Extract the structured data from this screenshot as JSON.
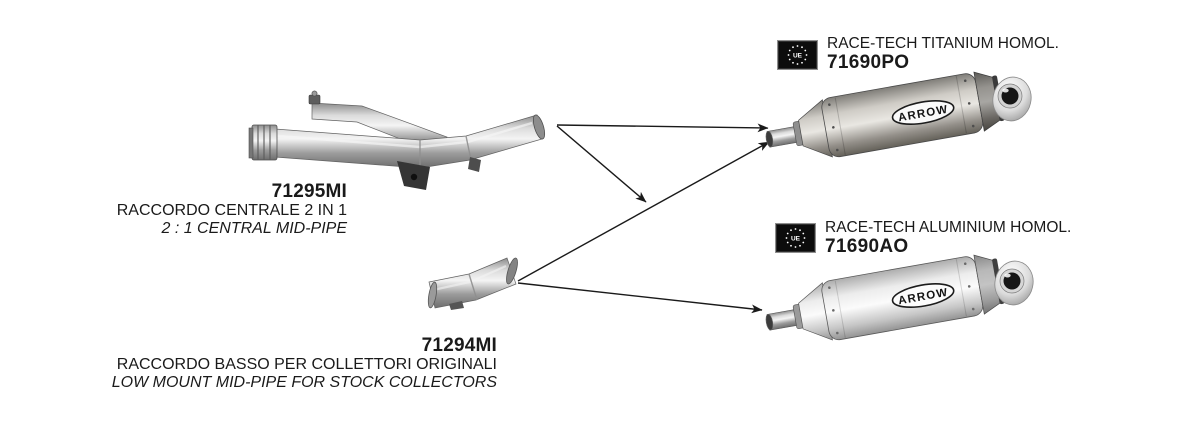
{
  "page": {
    "background": "#ffffff",
    "text_color": "#1a1a1a",
    "arrow_color": "#1a1a1a"
  },
  "parts": {
    "mid_pipe": {
      "code": "71295MI",
      "title_it": "RACCORDO CENTRALE 2 IN 1",
      "title_en": "2 : 1 CENTRAL MID-PIPE"
    },
    "low_pipe": {
      "code": "71294MI",
      "title_it": "RACCORDO BASSO PER COLLETTORI ORIGINALI",
      "title_en": "LOW MOUNT MID-PIPE FOR STOCK COLLECTORS"
    },
    "silencer_titanium": {
      "title": "RACE-TECH TITANIUM HOMOL.",
      "code": "71690PO",
      "badge_text": "UE",
      "logo_text": "ARROW",
      "body_color": "#b7b3ac"
    },
    "silencer_aluminium": {
      "title": "RACE-TECH ALUMINIUM HOMOL.",
      "code": "71690AO",
      "badge_text": "UE",
      "logo_text": "ARROW",
      "body_color": "#e3e3e3"
    }
  }
}
